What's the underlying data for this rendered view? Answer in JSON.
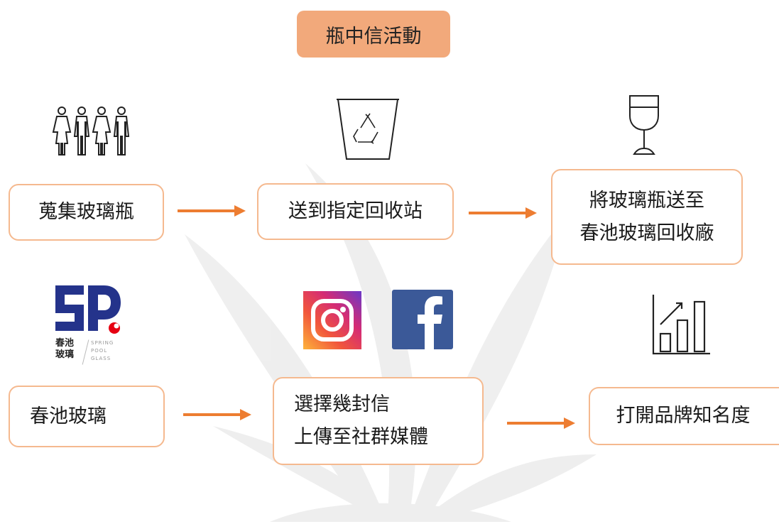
{
  "title": "瓶中信活動",
  "row1": {
    "step1": "蒐集玻璃瓶",
    "step2": "送到指定回收站",
    "step3_line1": "將玻璃瓶送至",
    "step3_line2": "春池玻璃回收廠"
  },
  "row2": {
    "step1": "春池玻璃",
    "step2_line1": "選擇幾封信",
    "step2_line2": "上傳至社群媒體",
    "step3": "打開品牌知名度"
  },
  "logo": {
    "cn_line1": "春池",
    "cn_line2": "玻璃",
    "en_line1": "SPRING",
    "en_line2": "POOL",
    "en_line3": "GLASS"
  },
  "colors": {
    "accent": "#f2a97b",
    "box_border": "#f5b98f",
    "arrow": "#ed7d31",
    "logo_blue": "#24338b",
    "logo_red": "#e60012",
    "facebook": "#3b5998"
  },
  "icons": [
    "people-icon",
    "recycle-bin-icon",
    "wine-glass-icon",
    "spring-pool-logo",
    "instagram-icon",
    "facebook-icon",
    "bar-chart-icon"
  ]
}
